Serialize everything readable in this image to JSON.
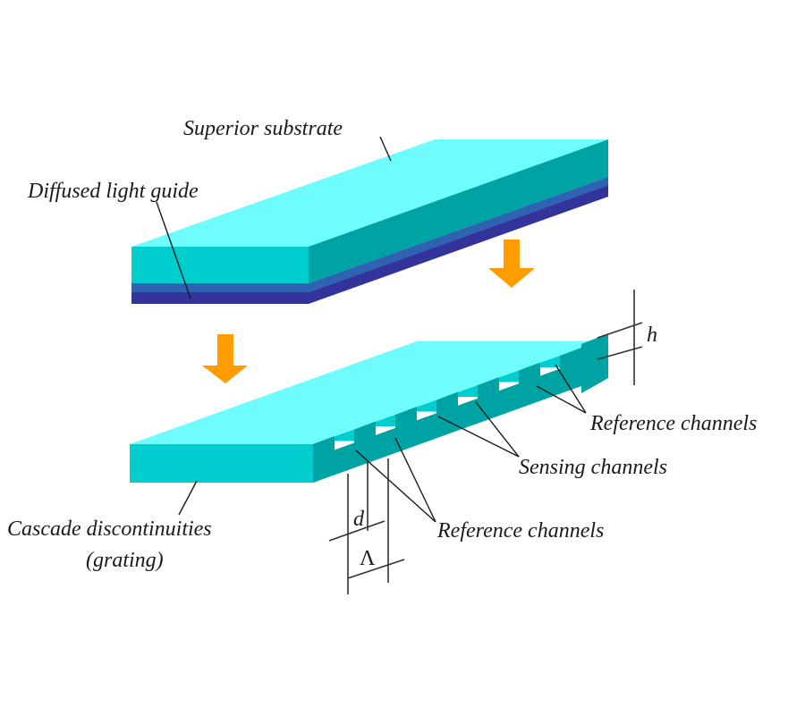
{
  "diagram": {
    "colors": {
      "top_face": "#6ffcfd",
      "front_face": "#00cece",
      "side_face": "#00a3a3",
      "guide_light": "#2d63b0",
      "guide_dark": "#33339c",
      "arrow": "#ff9c00",
      "line": "#1a1a1a"
    },
    "labels": {
      "superior_substrate": "Superior substrate",
      "diffused_light_guide": "Diffused light guide",
      "reference_channels_right": "Reference channels",
      "sensing_channels": "Sensing channels",
      "reference_channels_bottom": "Reference channels",
      "cascade_line1": "Cascade discontinuities",
      "cascade_line2": "(grating)"
    },
    "symbols": {
      "height": "h",
      "width": "d",
      "period": "Λ"
    },
    "components": [
      {
        "name": "superior-substrate",
        "layers": [
          "substrate",
          "diffused light guide"
        ]
      },
      {
        "name": "grating",
        "steps": 7
      }
    ],
    "arrows": [
      "down",
      "down"
    ]
  }
}
